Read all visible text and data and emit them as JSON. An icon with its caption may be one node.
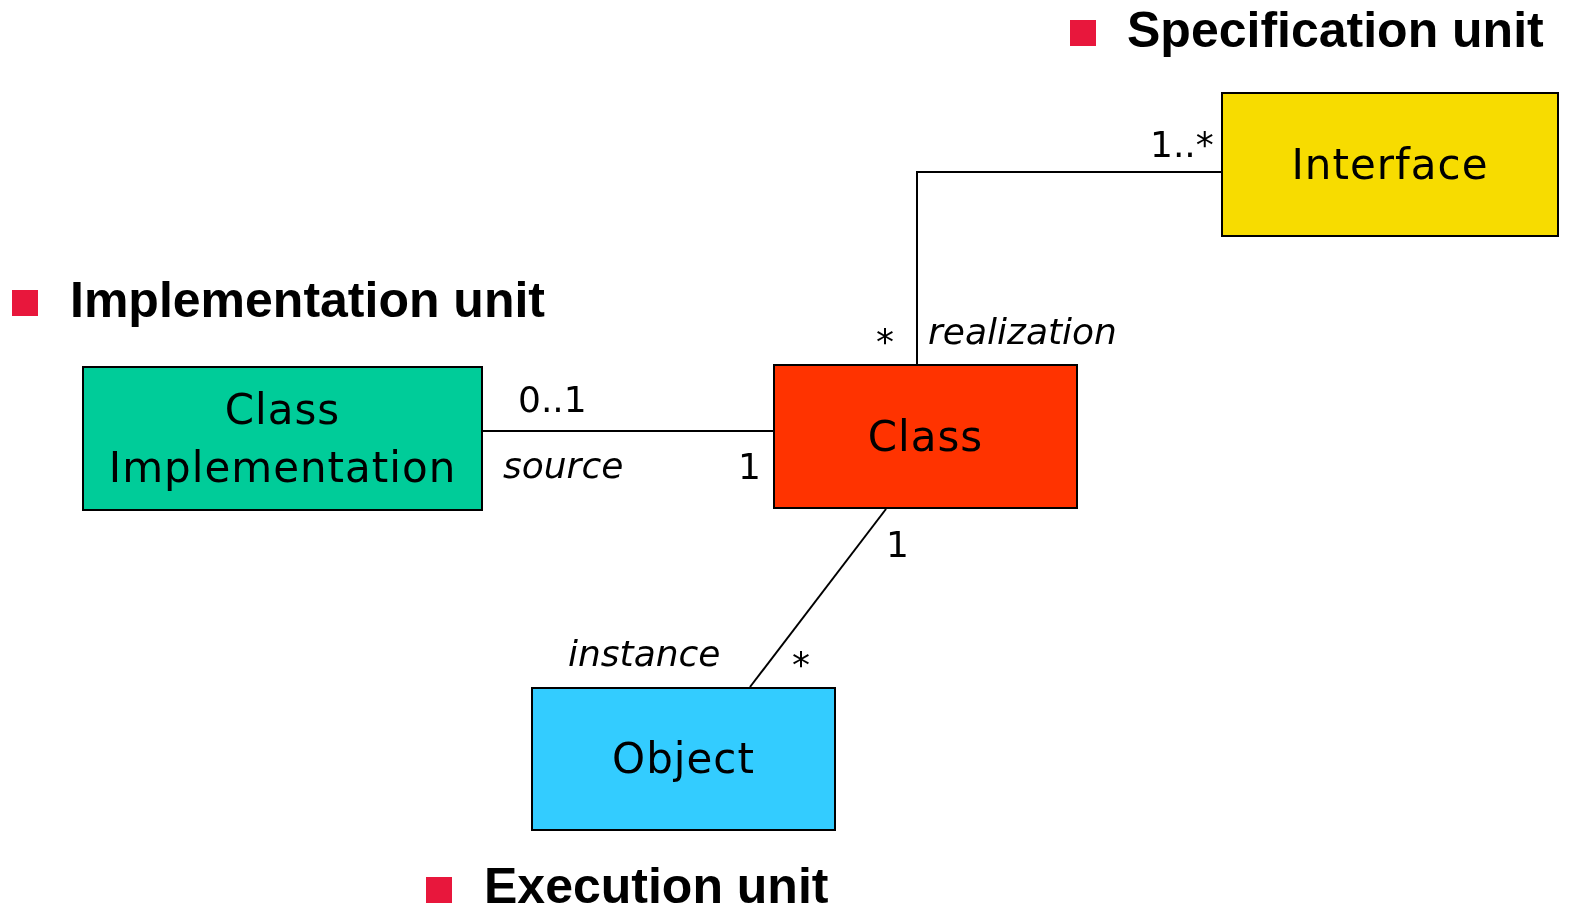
{
  "diagram": {
    "nodes": [
      {
        "text": [
          "Interface"
        ]
      },
      {
        "text": [
          "Class Implementation"
        ]
      },
      {
        "text": [
          "Class"
        ]
      },
      {
        "text": [
          "Object"
        ]
      }
    ],
    "edges": [
      {
        "from": 2,
        "to": 0,
        "arrow": "none",
        "label": "realization"
      },
      {
        "from": 1,
        "to": 2,
        "arrow": "none",
        "label": "source"
      },
      {
        "from": 2,
        "to": 3,
        "arrow": "none",
        "label": "instance"
      }
    ],
    "labels": [
      "Specification unit",
      "1..*",
      "Implementation unit",
      "*",
      "0..1",
      "1",
      "1",
      "*",
      "Execution unit"
    ]
  }
}
